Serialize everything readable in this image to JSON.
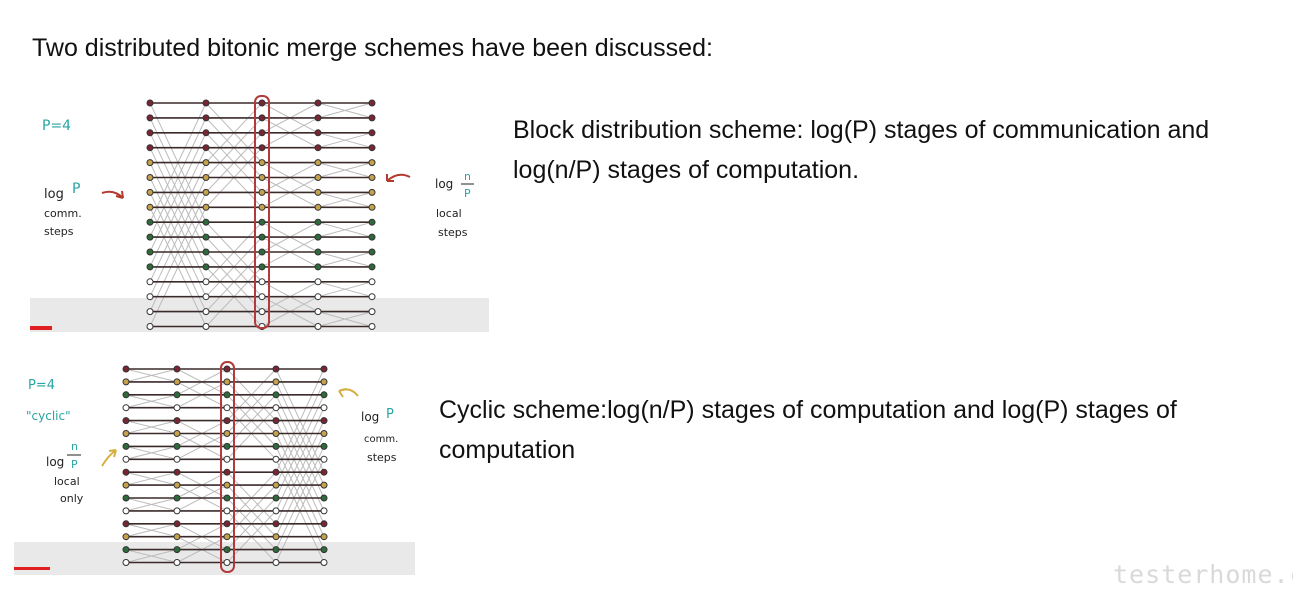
{
  "slide": {
    "title": "Two distributed bitonic merge schemes have been discussed:",
    "block_text": "Block distribution scheme: log(P) stages of communication and log(n/P) stages of computation.",
    "cyclic_text": "Cyclic scheme:log(n/P) stages of computation and log(P) stages of computation",
    "watermark": "testerhome.com"
  },
  "diagram_block": {
    "annotations": {
      "p_label": "P=4",
      "left_log": "log",
      "left_p": "P",
      "left_line1": "comm.",
      "left_line2": "steps",
      "right_log": "log",
      "right_n": "n",
      "right_p": "P",
      "right_line1": "local",
      "right_line2": "steps"
    },
    "colors": {
      "maroon": "#7a2533",
      "gold": "#c7a24c",
      "green": "#2f6b3a",
      "white": "#ffffff",
      "highlight": "#b23a3a",
      "arrow": "#b33b2e",
      "teal": "#2aa3a3"
    }
  },
  "diagram_cyclic": {
    "annotations": {
      "p_label": "P=4",
      "cyclic_label": "\"cyclic\"",
      "left_log": "log",
      "left_n": "n",
      "left_p": "P",
      "left_line1": "local",
      "left_line2": "only",
      "right_log": "log",
      "right_p": "P",
      "right_line1": "comm.",
      "right_line2": "steps"
    },
    "colors": {
      "maroon": "#7a2533",
      "gold": "#c7a24c",
      "green": "#2f6b3a",
      "white": "#ffffff",
      "highlight": "#b23a3a",
      "arrow": "#d4b040",
      "teal": "#2aa3a3"
    }
  }
}
